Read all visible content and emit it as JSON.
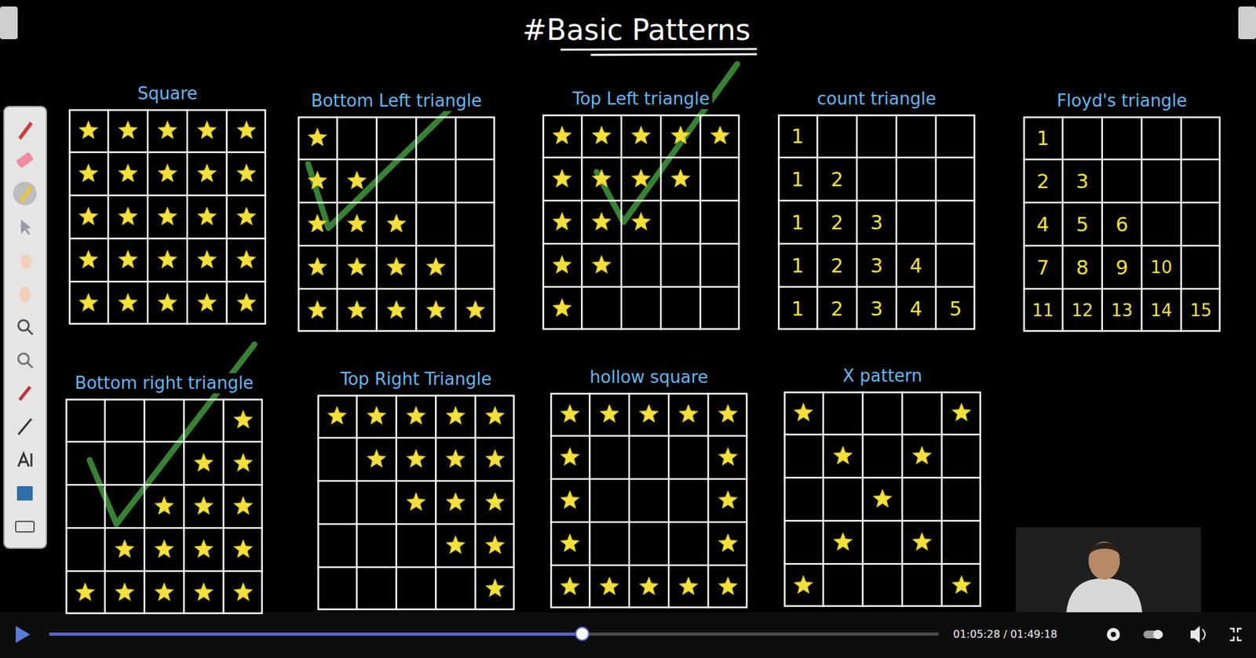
{
  "diagram": {
    "title": "#Basic Patterns",
    "nodes": [
      {
        "text": [
          "Square"
        ]
      },
      {
        "text": [
          "Bottom Left triangle"
        ]
      },
      {
        "text": [
          "Top Left triangle"
        ]
      },
      {
        "text": [
          "count triangle"
        ]
      },
      {
        "text": [
          "Floyd's triangle"
        ]
      },
      {
        "text": [
          "Bottom right triangle"
        ]
      },
      {
        "text": [
          "Top Right Triangle"
        ]
      },
      {
        "text": [
          "hollow square"
        ]
      },
      {
        "text": [
          "X pattern"
        ]
      }
    ],
    "labels": [
      "1",
      "1",
      "2",
      "1",
      "2",
      "3",
      "1",
      "2",
      "3",
      "4",
      "1",
      "2",
      "3",
      "4",
      "5",
      "1",
      "2",
      "3",
      "4",
      "5",
      "6",
      "7",
      "8",
      "9",
      "10",
      "11",
      "12",
      "13",
      "14",
      "15",
      "01:05:28 / 01:49:18"
    ]
  }
}
